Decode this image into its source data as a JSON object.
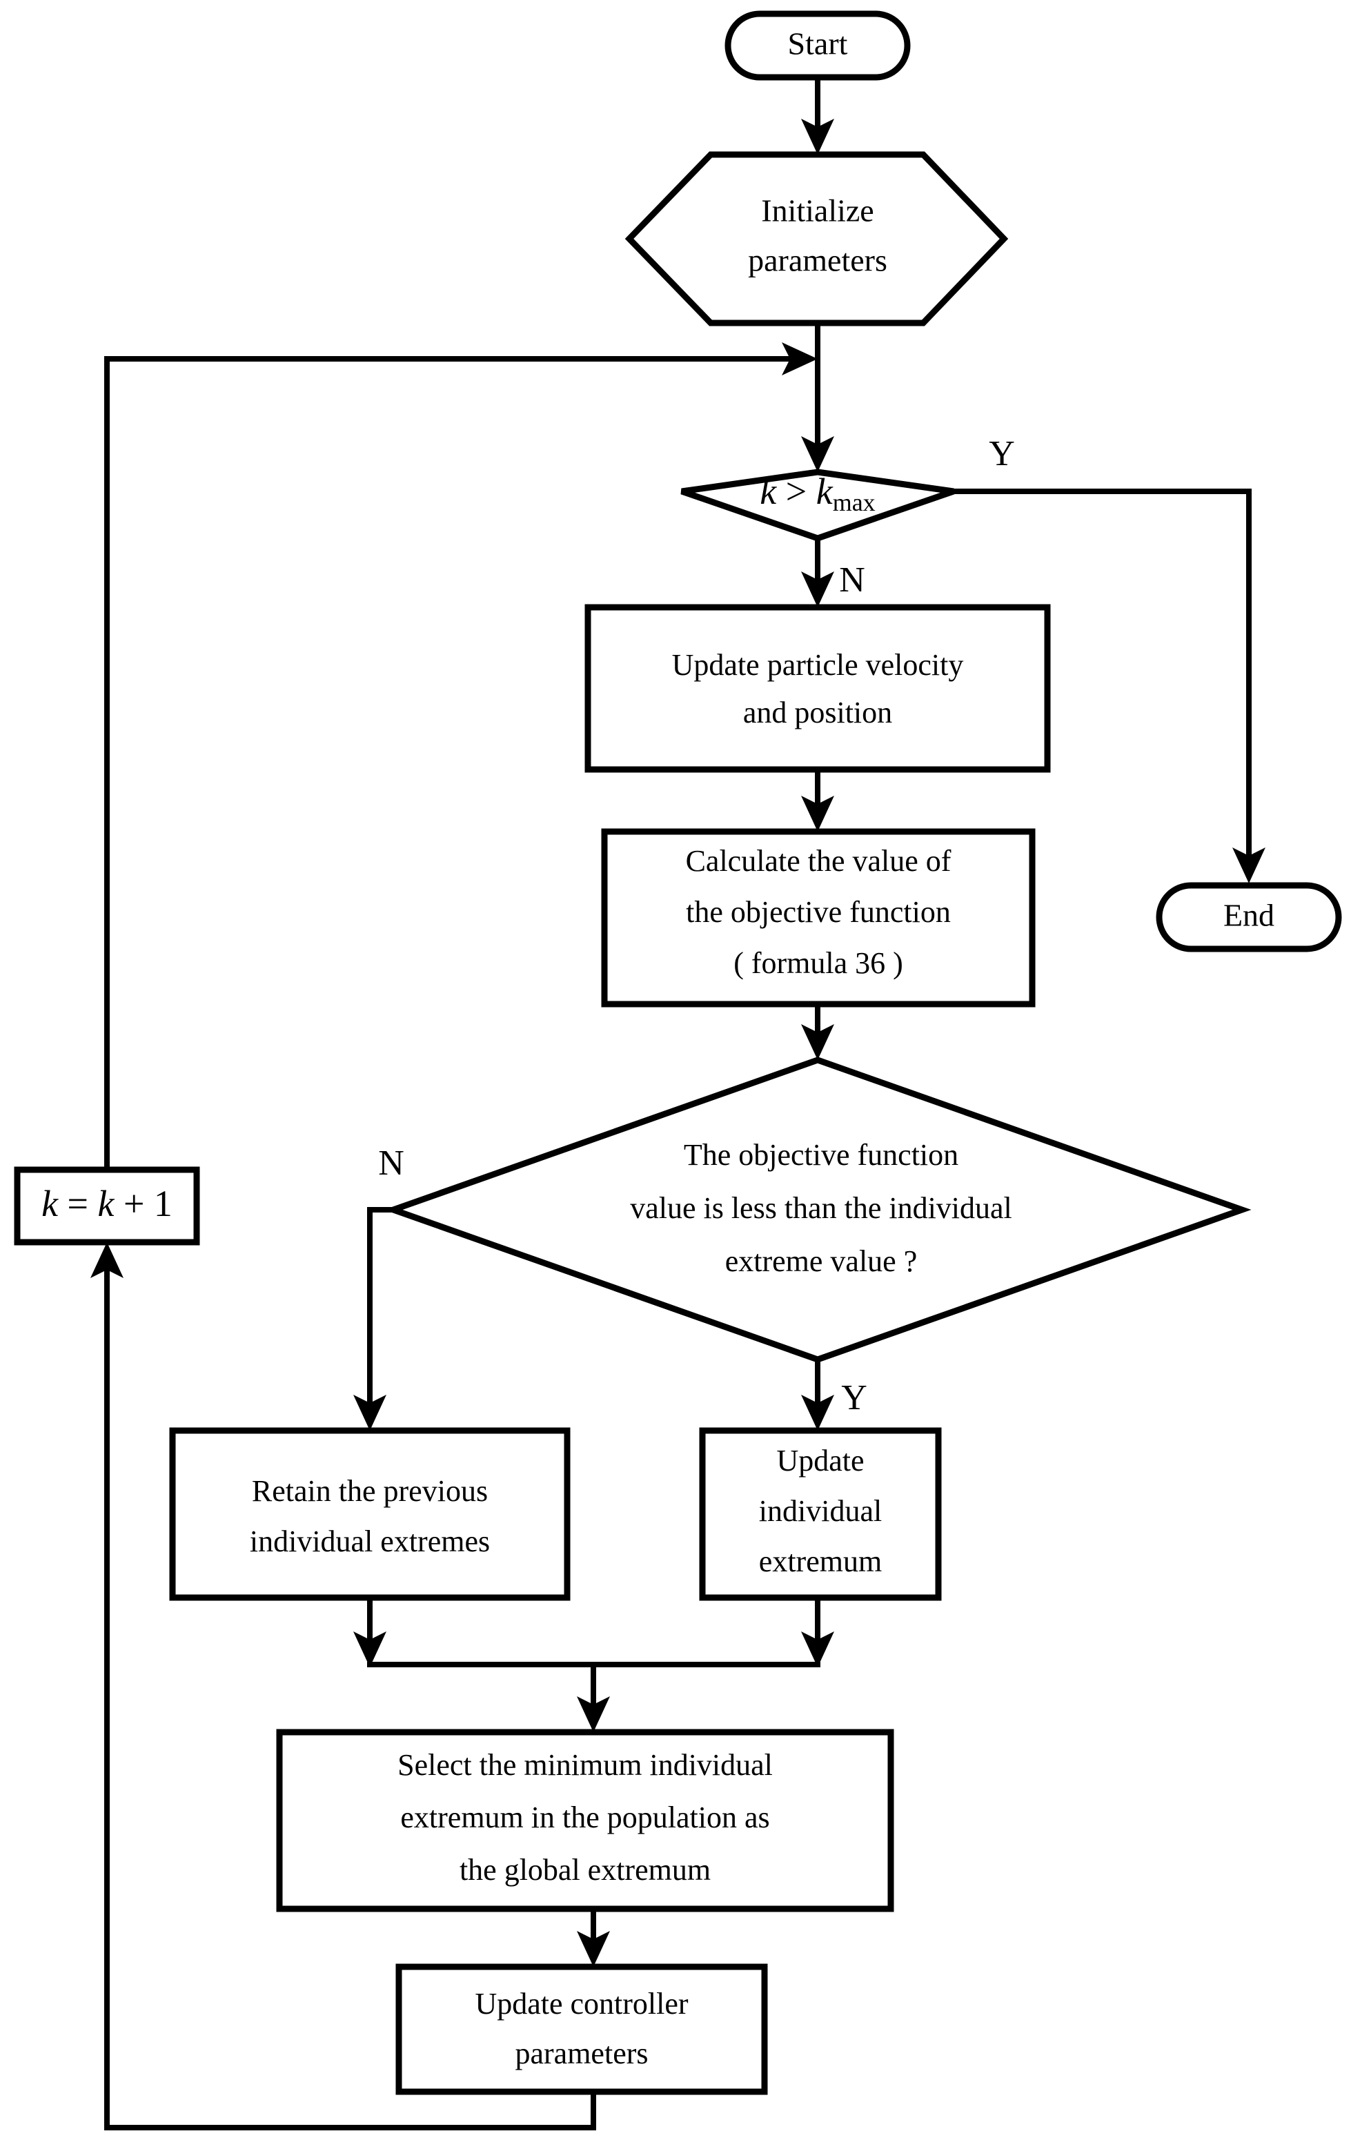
{
  "diagram": {
    "type": "flowchart",
    "title": "Particle Swarm Optimization controller tuning flowchart",
    "orientation": "top-to-bottom",
    "background_color": "#ffffff",
    "line_color": "#000000",
    "nodes": {
      "start": {
        "shape": "stadium",
        "label": "Start"
      },
      "initialize": {
        "shape": "hexagon",
        "line1": "Initialize",
        "line2": "parameters"
      },
      "decision_iter": {
        "shape": "diamond",
        "expr_var1": "k",
        "expr_op": " > ",
        "expr_var2": "k",
        "expr_sub": "max"
      },
      "update_particle": {
        "shape": "rectangle",
        "line1": "Update particle velocity",
        "line2": "and position"
      },
      "calculate_objective": {
        "shape": "rectangle",
        "line1": "Calculate the value of",
        "line2": "the objective function",
        "line3": "( formula 36 )"
      },
      "decision_objective": {
        "shape": "diamond",
        "line1": "The objective function",
        "line2": "value is less than the individual",
        "line3": "extreme value ?"
      },
      "retain_previous": {
        "shape": "rectangle",
        "line1": "Retain the previous",
        "line2": "individual extremes"
      },
      "update_individual": {
        "shape": "rectangle",
        "line1": "Update",
        "line2": "individual",
        "line3": "extremum"
      },
      "select_minimum": {
        "shape": "rectangle",
        "line1": "Select the minimum individual",
        "line2": "extremum in the population as",
        "line3": "the global extremum"
      },
      "update_controller": {
        "shape": "rectangle",
        "line1": "Update controller",
        "line2": "parameters"
      },
      "increment": {
        "shape": "rectangle",
        "expr_var1": "k",
        "expr_eq": " = ",
        "expr_var2": "k",
        "expr_plus": " + 1"
      },
      "end": {
        "shape": "stadium",
        "label": "End"
      }
    },
    "branch_labels": {
      "iter_yes": "Y",
      "iter_no": "N",
      "objective_no": "N",
      "objective_yes": "Y"
    },
    "edges": [
      {
        "from": "start",
        "to": "initialize",
        "label": ""
      },
      {
        "from": "initialize",
        "to": "decision_iter",
        "label": ""
      },
      {
        "from": "decision_iter",
        "to": "end",
        "label": "Y"
      },
      {
        "from": "decision_iter",
        "to": "update_particle",
        "label": "N"
      },
      {
        "from": "update_particle",
        "to": "calculate_objective",
        "label": ""
      },
      {
        "from": "calculate_objective",
        "to": "decision_objective",
        "label": ""
      },
      {
        "from": "decision_objective",
        "to": "retain_previous",
        "label": "N"
      },
      {
        "from": "decision_objective",
        "to": "update_individual",
        "label": "Y"
      },
      {
        "from": "retain_previous",
        "to": "select_minimum",
        "label": ""
      },
      {
        "from": "update_individual",
        "to": "select_minimum",
        "label": ""
      },
      {
        "from": "select_minimum",
        "to": "update_controller",
        "label": ""
      },
      {
        "from": "update_controller",
        "to": "increment",
        "label": ""
      },
      {
        "from": "increment",
        "to": "decision_iter",
        "label": ""
      }
    ]
  }
}
